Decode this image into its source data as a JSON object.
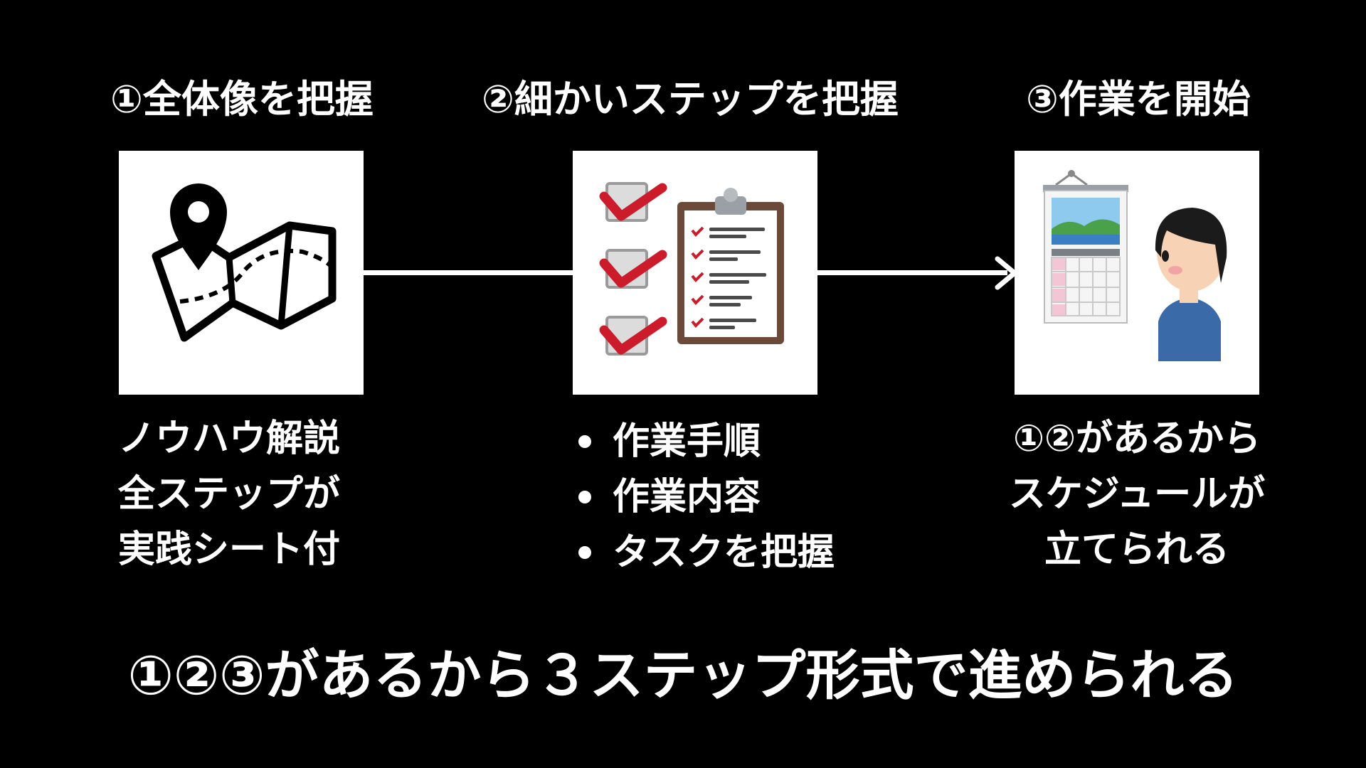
{
  "steps": [
    {
      "title": "①全体像を把握",
      "icon": "map-pin-icon",
      "description": [
        "ノウハウ解説",
        "全ステップが",
        "実践シート付"
      ]
    },
    {
      "title": "②細かいステップを把握",
      "icon": "clipboard-checklist-icon",
      "bullets": [
        "作業手順",
        "作業内容",
        "タスクを把握"
      ]
    },
    {
      "title": "③作業を開始",
      "icon": "calendar-person-icon",
      "description": [
        "①②があるから",
        "スケジュールが",
        "立てられる"
      ]
    }
  ],
  "conclusion": "①②③があるから３ステップ形式で進められる",
  "colors": {
    "background": "#000000",
    "text": "#ffffff",
    "check_red": "#cc1b2b",
    "board_brown": "#6b4a3a",
    "person_shirt": "#3b6aa8"
  }
}
